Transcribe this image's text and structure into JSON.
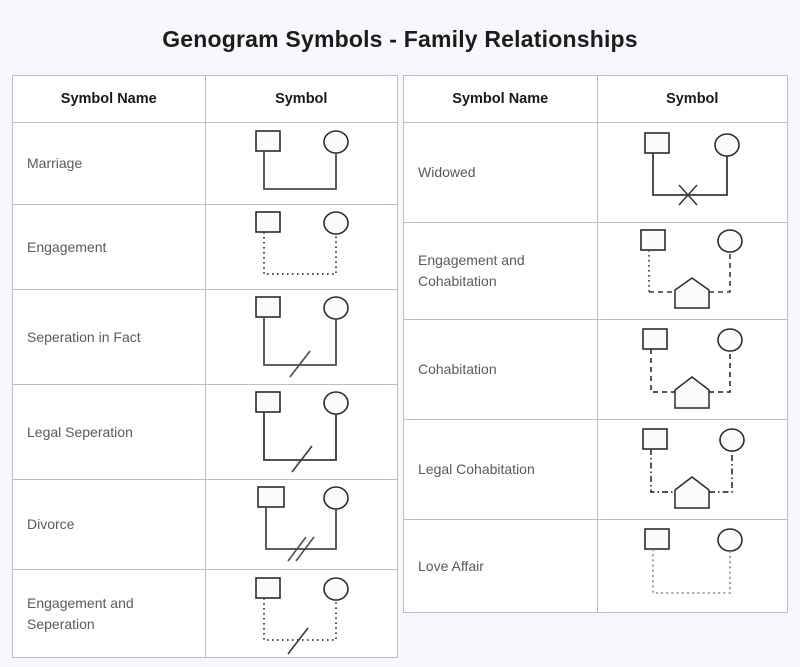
{
  "page": {
    "title": "Genogram Symbols - Family Relationships",
    "background_color": "#f6f8fb",
    "line_color": "#333333",
    "love_affair_color": "#a07d80"
  },
  "tables": [
    {
      "id": "left-table",
      "headers": [
        "Symbol Name",
        "Symbol"
      ],
      "rows": [
        {
          "name": "Marriage",
          "symbol": "square-circle-solid-link"
        },
        {
          "name": "Engagement",
          "symbol": "square-circle-dotted-link"
        },
        {
          "name": "Seperation in Fact",
          "symbol": "square-circle-solid-link-one-slash"
        },
        {
          "name": "Legal Seperation",
          "symbol": "square-circle-solid-link-one-slash"
        },
        {
          "name": "Divorce",
          "symbol": "square-circle-solid-link-two-slashes"
        },
        {
          "name": "Engagement and Seperation",
          "symbol": "square-circle-dotted-link-one-slash"
        }
      ]
    },
    {
      "id": "right-table",
      "headers": [
        "Symbol Name",
        "Symbol"
      ],
      "rows": [
        {
          "name": "Widowed",
          "symbol": "square-circle-solid-link-x-mark"
        },
        {
          "name": "Engagement and Cohabitation",
          "symbol": "square-circle-dotted-link-pentagon"
        },
        {
          "name": "Cohabitation",
          "symbol": "square-circle-dashed-link-pentagon"
        },
        {
          "name": "Legal Cohabitation",
          "symbol": "square-circle-dashdot-link-pentagon"
        },
        {
          "name": "Love Affair",
          "symbol": "square-circle-red-dotted-link"
        }
      ]
    }
  ]
}
